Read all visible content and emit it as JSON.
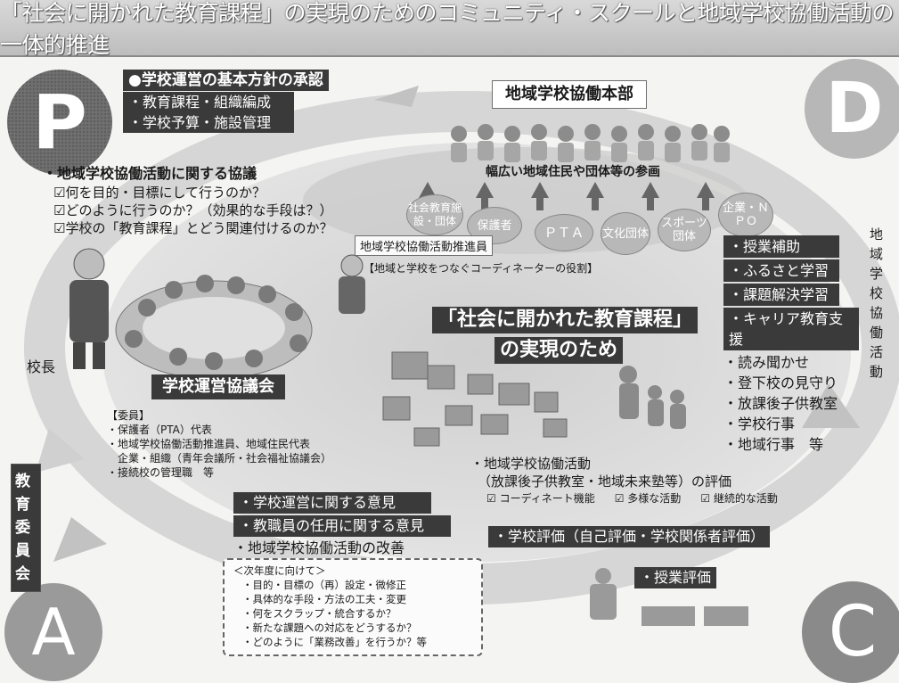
{
  "title": "「社会に開かれた教育課程」の実現のためのコミュニティ・スクールと地域学校協働活動の一体的推進",
  "pdca": {
    "p": "P",
    "d": "D",
    "a": "A",
    "c": "C"
  },
  "plan": {
    "heading": "●学校運営の基本方針の承認",
    "items": [
      "・教育課程・組織編成",
      "・学校予算・施設管理"
    ]
  },
  "deliberation": {
    "heading": "・地域学校協働活動に関する協議",
    "items": [
      "☑何を目的・目標にして行うのか？",
      "☑どのように行うのか？（効果的な手段は？）",
      "☑学校の「教育課程」とどう関連付けるのか？"
    ]
  },
  "hq": {
    "title": "地域学校協働本部",
    "participation": "幅広い地域住民や団体等の参画",
    "groups": [
      "社会教育施設・団体",
      "保護者",
      "ＰＴＡ",
      "文化団体",
      "スポーツ団体",
      "企業・ＮＰＯ"
    ],
    "promoter": "地域学校協働活動推進員",
    "coordinator": "【地域と学校をつなぐコーディネーターの役割】"
  },
  "center": {
    "line1": "「社会に開かれた教育課程」",
    "line2": "の実現のため"
  },
  "principal": "校長",
  "council": {
    "title": "学校運営協議会",
    "members_heading": "【委員】",
    "members": [
      "・保護者（PTA）代表",
      "・地域学校協働活動推進員、地域住民代表",
      "　企業・組織（青年会議所・社会福祉協議会）",
      "・接続校の管理職　等"
    ]
  },
  "do_side": {
    "vertical": "地域学校協働活動",
    "dark_items": [
      "・授業補助",
      "・ふるさと学習",
      "・課題解決学習",
      "・キャリア教育支援"
    ],
    "plain_items": [
      "・読み聞かせ",
      "・登下校の見守り",
      "・放課後子供教室",
      "・学校行事",
      "・地域行事　等"
    ]
  },
  "evaluation": {
    "line1": "・地域学校協働活動",
    "line2": "（放課後子供教室・地域未来塾等）の評価",
    "checks": [
      "☑ コーディネート機能",
      "☑ 多様な活動",
      "☑ 継続的な活動"
    ]
  },
  "school_eval": "・学校評価（自己評価・学校関係者評価）",
  "lesson_eval": "・授業評価",
  "board": "教育委員会",
  "opinions": {
    "dark": [
      "・学校運営に関する意見",
      "・教職員の任用に関する意見"
    ],
    "plain": "・地域学校協働活動の改善"
  },
  "next_year": {
    "heading": "＜次年度に向けて＞",
    "items": [
      "・目的・目標の（再）設定・微修正",
      "・具体的な手段・方法の工夫・変更",
      "・何をスクラップ・統合するか？",
      "・新たな課題への対応をどうするか？",
      "・どのように「業務改善」を行うか？等"
    ]
  },
  "colors": {
    "dark_label": "#3a3a3a",
    "circle": "#8f8f8f",
    "band": "#d2d2d2"
  }
}
